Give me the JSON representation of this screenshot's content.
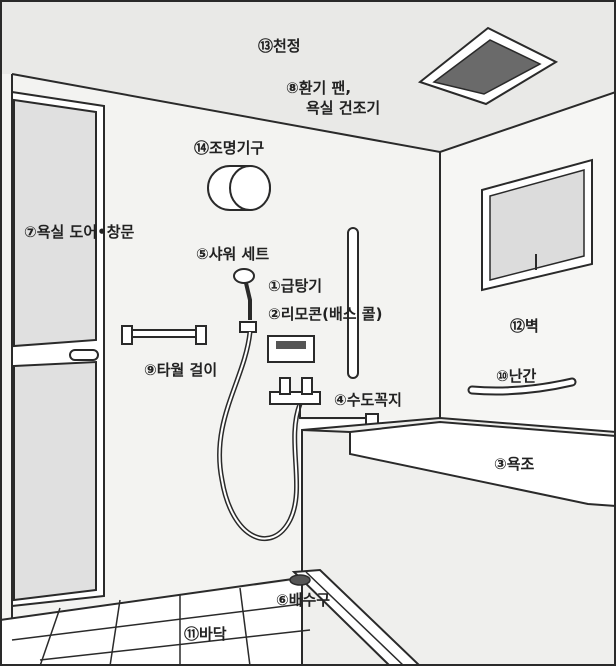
{
  "labels": {
    "ceiling": "⑬천정",
    "fan_line1": "⑧환기 팬,",
    "fan_line2": "욕실 건조기",
    "light": "⑭조명기구",
    "door": "⑦욕실 도어•창문",
    "shower": "⑤샤워 세트",
    "water_heater": "①급탕기",
    "remote": "②리모콘(배스 콜)",
    "wall": "⑫벽",
    "towel_bar": "⑨타월 걸이",
    "handrail": "⑩난간",
    "faucet": "④수도꼭지",
    "bathtub": "③욕조",
    "drain": "⑥배수구",
    "floor": "⑪바닥"
  },
  "colors": {
    "line": "#2a2a2a",
    "wall": "#f1f1ef",
    "ceiling": "#e9e9e7",
    "glass": "#dcdcdc",
    "panel": "#555555",
    "tub": "#efefed",
    "floor": "#ffffff"
  }
}
